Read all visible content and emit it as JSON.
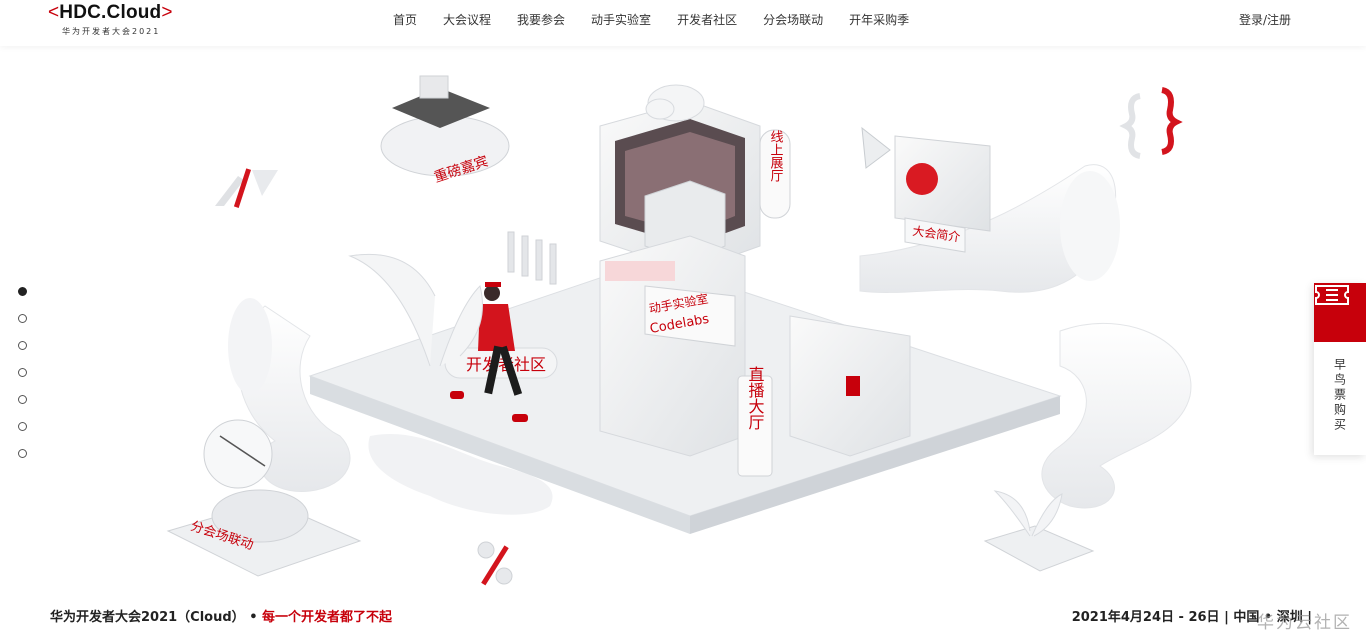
{
  "header": {
    "logo_text": "HDC.Cloud",
    "logo_open_bracket": "<",
    "logo_close_bracket": ">",
    "logo_sub": "华为开发者大会2021",
    "nav": [
      "首页",
      "大会议程",
      "我要参会",
      "动手实验室",
      "开发者社区",
      "分会场联动",
      "开年采购季"
    ],
    "login": "登录/注册"
  },
  "scene": {
    "labels": {
      "vip": "重磅嘉宾",
      "online_hall": "线上展厅",
      "intro": "大会简介",
      "lab_cn": "动手实验室",
      "lab_en": "Codelabs",
      "community": "开发者社区",
      "live_hall": "直播大厅",
      "branch": "分会场联动"
    }
  },
  "pagination": {
    "count": 7,
    "active": 0
  },
  "side_ticket": {
    "label": "早鸟票购买"
  },
  "footer": {
    "left_main": "华为开发者大会2021（Cloud）",
    "left_sep": "•",
    "left_slogan": "每一个开发者都了不起",
    "right": "2021年4月24日 - 26日 | 中国 • 深圳 |",
    "watermark": "华为云社区"
  },
  "colors": {
    "brand_red": "#c7000b",
    "platform": "#eef0f2"
  },
  "icons": [
    "ticket-icon",
    "cloud-icon",
    "play-icon",
    "brace-icon",
    "percent-icon",
    "satellite-dish-icon",
    "sprout-icon"
  ]
}
